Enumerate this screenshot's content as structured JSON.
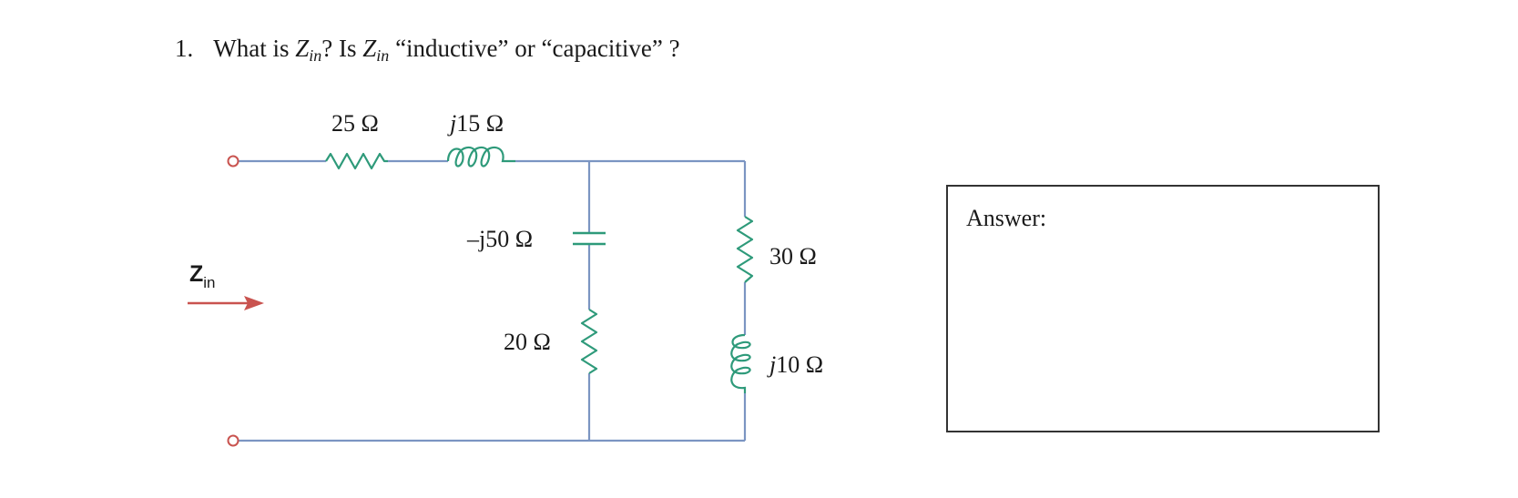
{
  "question": {
    "number": "1.",
    "text_1": "What is ",
    "z_main": "Z",
    "z_sub": "in",
    "text_2": "? Is ",
    "text_3": " “inductive” or “capacitive” ?"
  },
  "circuit": {
    "r_series_label": "25 Ω",
    "l_series_prefix": "j",
    "l_series_value": "15 Ω",
    "c_shunt_prefix": "–j",
    "c_shunt_value": "50 Ω",
    "r_shunt_label": "20 Ω",
    "r_right_label": "30 Ω",
    "l_right_prefix": "j",
    "l_right_value": "10 Ω",
    "zin_main": "Z",
    "zin_sub": "in"
  },
  "answer": {
    "label": "Answer:"
  },
  "colors": {
    "wire": "#7b95c2",
    "component": "#2e9a7a",
    "terminal": "#c9534f",
    "arrow": "#c9534f",
    "text": "#1a1a1a"
  }
}
